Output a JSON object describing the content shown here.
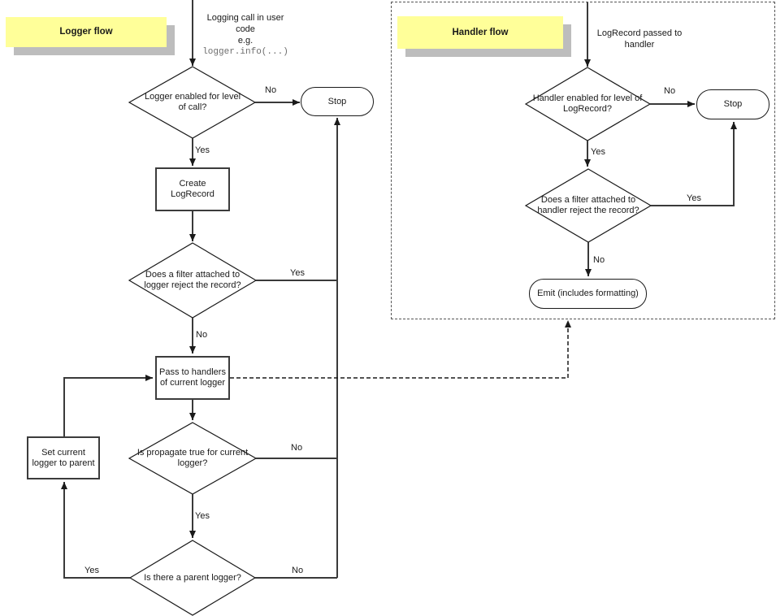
{
  "colors": {
    "note_fill": "#ffff99",
    "note_shadow": "#bdbdbd",
    "line": "#3a3a3a",
    "text": "#1a1a1a",
    "code_text": "#6e6e6e"
  },
  "logger_flow": {
    "title": "Logger flow",
    "annotation": {
      "l1": "Logging call in user",
      "l2": "code",
      "l3": "e.g.",
      "code": "logger.info(...)"
    },
    "decision_enabled": "Logger enabled for level of call?",
    "stop": "Stop",
    "process_create": "Create LogRecord",
    "decision_filter": "Does a filter attached to logger reject the record?",
    "process_pass": "Pass to handlers of current logger",
    "decision_propagate": "Is propagate true for current logger?",
    "process_set_parent": "Set current logger to parent",
    "decision_parent": "Is there a parent logger?",
    "labels": {
      "enabled_no": "No",
      "enabled_yes": "Yes",
      "filter_yes": "Yes",
      "filter_no": "No",
      "propagate_no": "No",
      "propagate_yes": "Yes",
      "parent_yes": "Yes",
      "parent_no": "No"
    }
  },
  "handler_flow": {
    "title": "Handler flow",
    "annotation": {
      "l1": "LogRecord passed to",
      "l2": "handler"
    },
    "decision_enabled": "Handler enabled for level of LogRecord?",
    "stop": "Stop",
    "decision_filter": "Does a filter attached to handler reject the record?",
    "emit": "Emit (includes formatting)",
    "labels": {
      "enabled_no": "No",
      "enabled_yes": "Yes",
      "filter_yes": "Yes",
      "filter_no": "No"
    }
  }
}
